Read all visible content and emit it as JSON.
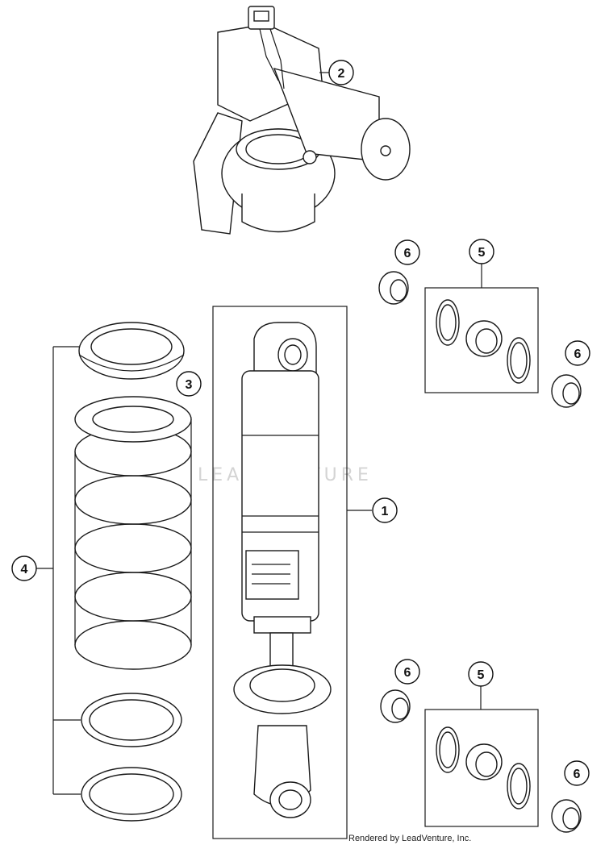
{
  "watermark": "LEADVENTURE",
  "credit": "Rendered by LeadVenture, Inc.",
  "callouts": {
    "c1": "1",
    "c2": "2",
    "c3": "3",
    "c4": "4",
    "c5a": "5",
    "c5b": "5",
    "c6a": "6",
    "c6b": "6",
    "c6c": "6",
    "c6d": "6"
  }
}
